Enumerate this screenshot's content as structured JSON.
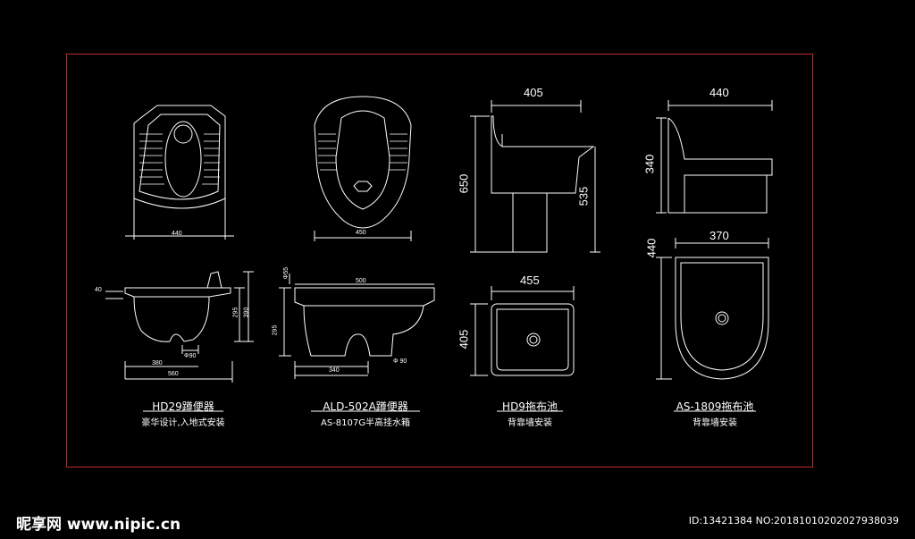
{
  "drawings": [
    {
      "model": "HD29蹲便器",
      "note": "豪华设计,入地式安装",
      "dims": {
        "top_width": "440",
        "side_front": "40",
        "side_height": "295",
        "side_total": "390",
        "side_pipe": "Φ90",
        "side_inner": "380",
        "side_length": "560"
      }
    },
    {
      "model": "ALD-502A蹲便器",
      "note": "AS-8107G半高挂水箱",
      "dims": {
        "top_width": "450",
        "side_length": "500",
        "side_height": "295",
        "side_edge": "Φ55",
        "side_inner": "340",
        "side_pipe": "Φ 90"
      }
    },
    {
      "model": "HD9拖布池",
      "note": "背靠墙安装",
      "dims": {
        "top_width": "405",
        "total_height": "650",
        "basin_height": "535",
        "front_width": "455",
        "front_height": "405"
      }
    },
    {
      "model": "AS-1809拖布池",
      "note": "背靠墙安装",
      "dims": {
        "top_width": "440",
        "side_height": "340",
        "front_width": "370",
        "front_height": "440"
      }
    }
  ],
  "watermark": {
    "site": "昵享网 www.nipic.cn",
    "id": "ID:13421384 NO:20181010202027938039"
  },
  "colors": {
    "background": "#000000",
    "frame": "#c3282c",
    "line": "#ffffff"
  }
}
